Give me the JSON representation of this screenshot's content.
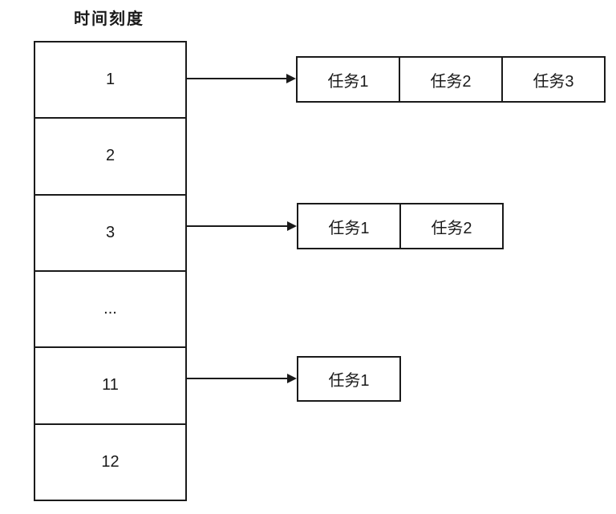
{
  "title": "时间刻度",
  "timeline": {
    "cells": [
      "1",
      "2",
      "3",
      "...",
      "11",
      "12"
    ]
  },
  "task_rows": [
    {
      "from_tick": "1",
      "tasks": [
        "任务1",
        "任务2",
        "任务3"
      ]
    },
    {
      "from_tick": "3",
      "tasks": [
        "任务1",
        "任务2"
      ]
    },
    {
      "from_tick": "11",
      "tasks": [
        "任务1"
      ]
    }
  ],
  "colors": {
    "stroke": "#1a1a1a",
    "text": "#1a1a1a",
    "background": "#ffffff"
  }
}
